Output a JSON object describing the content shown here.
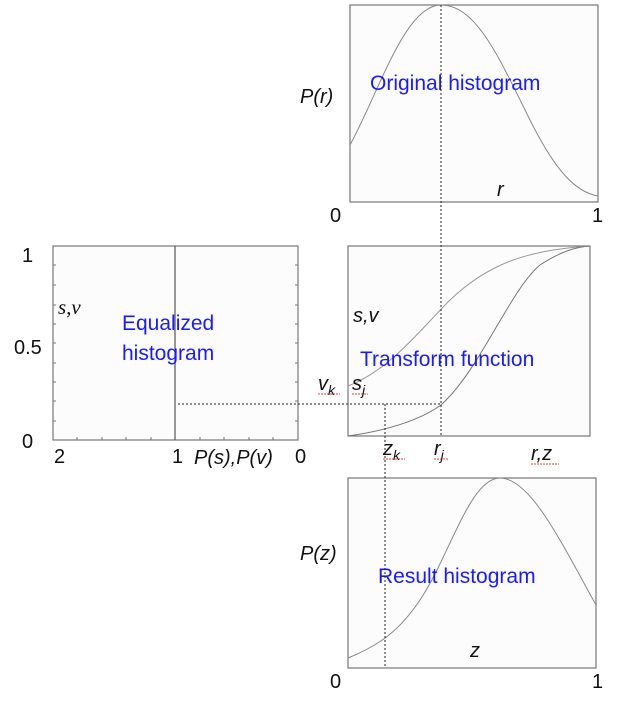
{
  "original": {
    "title": "Original histogram",
    "ylabel": "P(r)",
    "xlabel": "r",
    "x0": "0",
    "x1": "1"
  },
  "transform": {
    "title": "Transform function",
    "ylabel": "s,v",
    "xlabel": "r,z",
    "vk": "v",
    "vk_sub": "k",
    "sj": "s",
    "sj_sub": "j",
    "zk": "z",
    "zk_sub": "k",
    "rj": "r",
    "rj_sub": "j"
  },
  "equalized": {
    "title_line1": "Equalized",
    "title_line2": "histogram",
    "ylabel": "s,v",
    "xlabel": "P(s),P(v)",
    "y1": "1",
    "y05": "0.5",
    "y0": "0",
    "x2": "2",
    "x1": "1",
    "x0": "0"
  },
  "result": {
    "title": "Result histogram",
    "ylabel": "P(z)",
    "xlabel": "z",
    "x0": "0",
    "x1": "1"
  }
}
